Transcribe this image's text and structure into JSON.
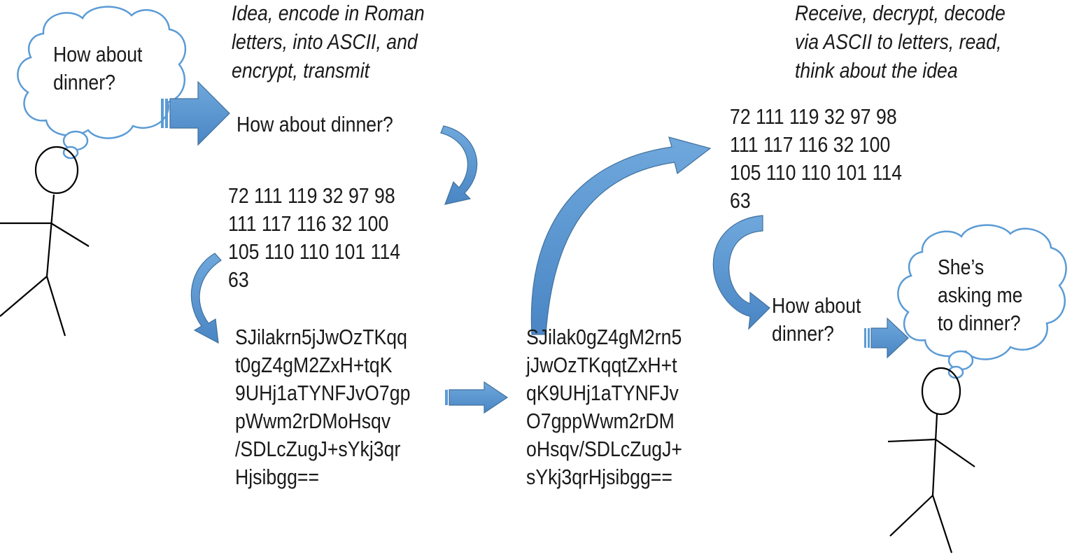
{
  "sender": {
    "thought": "How about\ndinner?",
    "caption": "Idea, encode in Roman\nletters, into ASCII, and\nencrypt, transmit",
    "plaintext": "How about dinner?",
    "ascii_codes": "72 111 119 32 97 98\n111 117 116 32 100\n105 110 110 101 114\n63",
    "ciphertext": "SJilakrn5jJwOzTKqq\nt0gZ4gM2ZxH+tqK\n9UHj1aTYNFJvO7gp\npWwm2rDMoHsqv\n/SDLcZugJ+sYkj3qr\nHjsibgg=="
  },
  "channel": {
    "ciphertext": "SJilak0gZ4gM2rn5\njJwOzTKqqtZxH+t\nqK9UHj1aTYNFJv\nO7gppWwm2rDM\noHsqv/SDLcZugJ+\nsYkj3qrHjsibgg=="
  },
  "receiver": {
    "caption": "Receive, decrypt, decode\nvia ASCII to letters, read,\nthink about the idea",
    "ascii_codes": "72 111 119 32 97 98\n111 117 116 32 100\n105 110 110 101 114\n63",
    "plaintext": "How about\ndinner?",
    "thought": "She’s\nasking me\nto dinner?"
  },
  "colors": {
    "arrow_fill": "#5b9bd5",
    "arrow_edge": "#41719c",
    "cloud_stroke": "#5b9bd5",
    "figure_stroke": "#000000",
    "text": "#1a1a1a"
  }
}
